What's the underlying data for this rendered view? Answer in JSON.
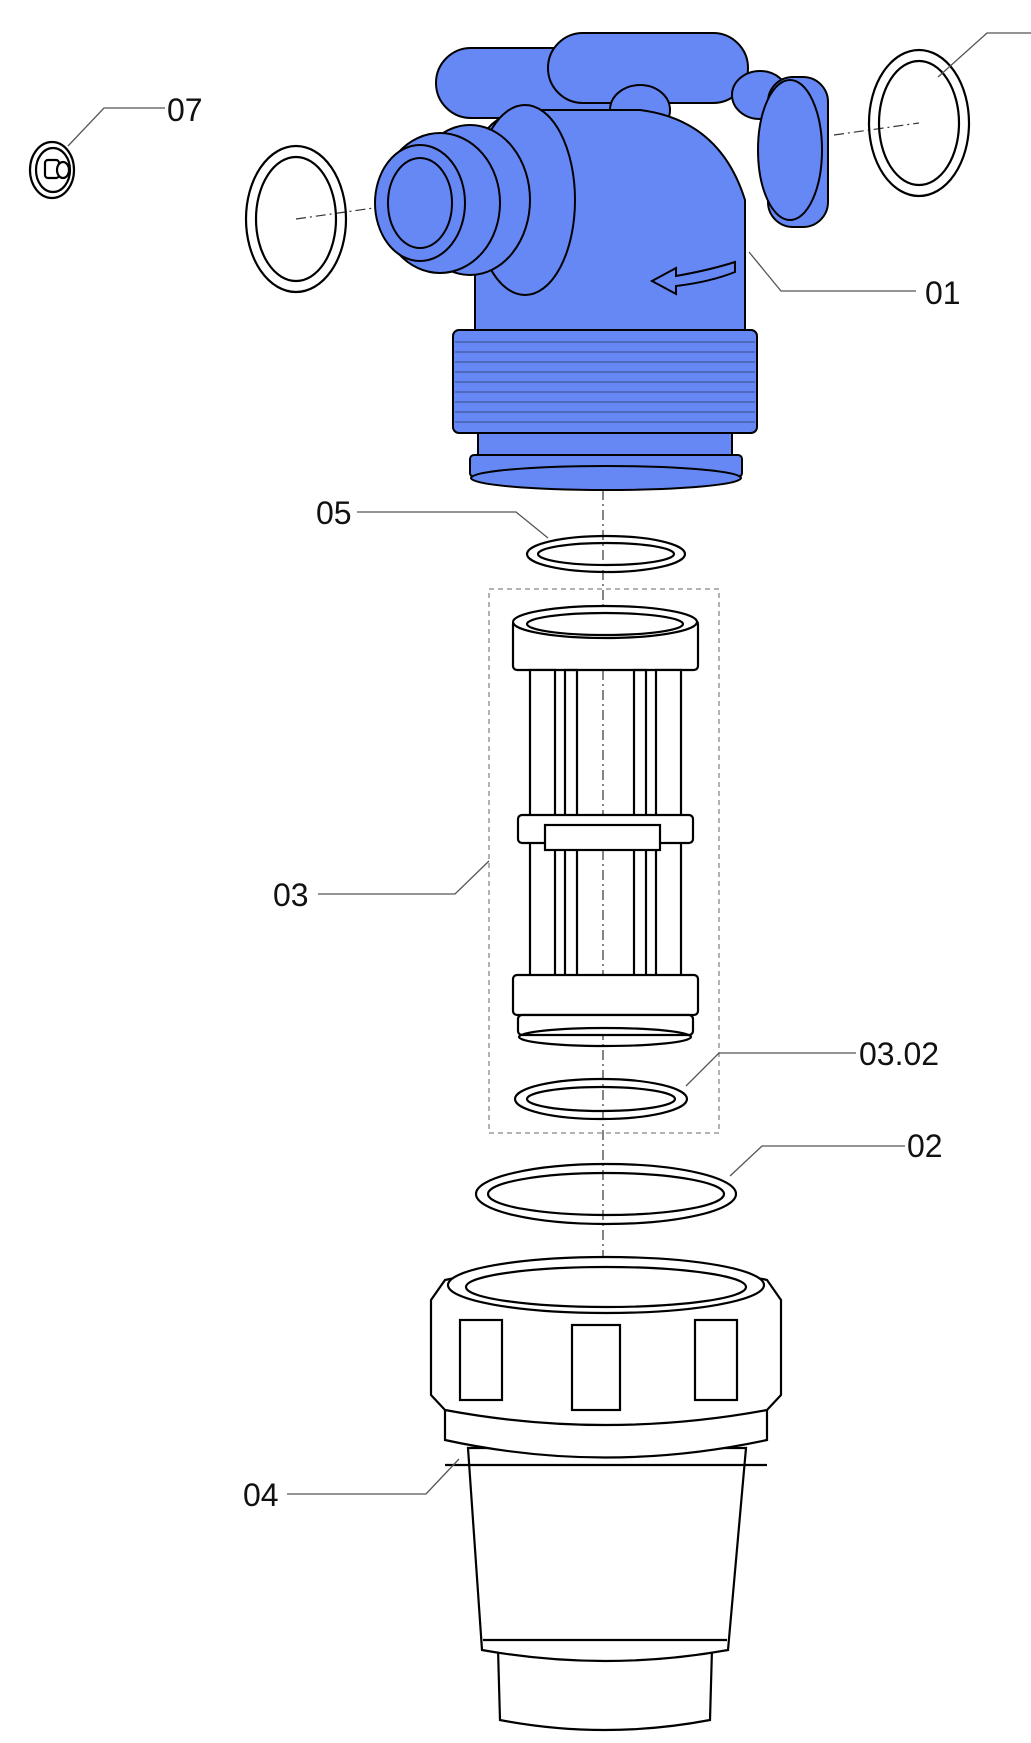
{
  "diagram": {
    "type": "exploded-parts-view",
    "colors": {
      "highlight": "#6688f5",
      "line": "#000000",
      "leader": "#555555"
    },
    "parts": [
      {
        "id": "p01",
        "label": "01",
        "highlighted": true
      },
      {
        "id": "p02",
        "label": "02"
      },
      {
        "id": "p03",
        "label": "03"
      },
      {
        "id": "p0302",
        "label": "03.02"
      },
      {
        "id": "p04",
        "label": "04"
      },
      {
        "id": "p05",
        "label": "05"
      },
      {
        "id": "p07",
        "label": "07"
      }
    ]
  }
}
